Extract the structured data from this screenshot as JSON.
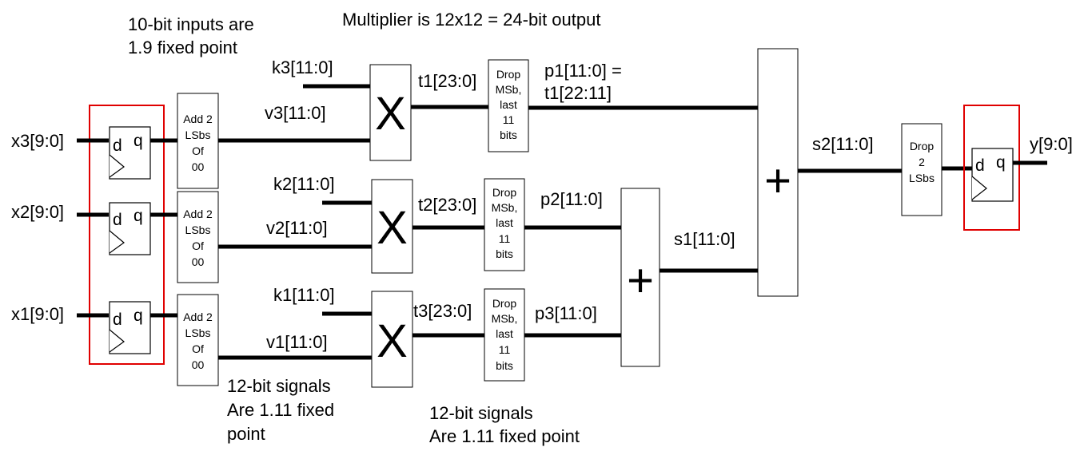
{
  "notes": {
    "input_format": [
      "10-bit inputs are",
      "1.9 fixed point"
    ],
    "multiplier": "Multiplier is 12x12 = 24-bit output",
    "signals_a": [
      "12-bit signals",
      "Are 1.11 fixed",
      "point"
    ],
    "signals_b": [
      "12-bit signals",
      "Are 1.11 fixed point"
    ]
  },
  "inputs": {
    "x3": "x3[9:0]",
    "x2": "x2[9:0]",
    "x1": "x1[9:0]"
  },
  "flipflop": {
    "d": "d",
    "q": "q"
  },
  "pad_block": [
    "Add 2",
    "LSbs",
    "Of",
    "00"
  ],
  "coefficients": {
    "k3": "k3[11:0]",
    "k2": "k2[11:0]",
    "k1": "k1[11:0]"
  },
  "padded": {
    "v3": "v3[11:0]",
    "v2": "v2[11:0]",
    "v1": "v1[11:0]"
  },
  "multiplier_symbol": "X",
  "products": {
    "t1": "t1[23:0]",
    "t2": "t2[23:0]",
    "t3": "t3[23:0]"
  },
  "drop_block": [
    "Drop",
    "MSb,",
    "last",
    "11",
    "bits"
  ],
  "truncated": {
    "p1": [
      "p1[11:0] =",
      "t1[22:11]"
    ],
    "p2": "p2[11:0]",
    "p3": "p3[11:0]"
  },
  "adder_symbol": "+",
  "sums": {
    "s1": "s1[11:0]",
    "s2": "s2[11:0]"
  },
  "final_drop": [
    "Drop",
    "2",
    "LSbs"
  ],
  "output": "y[9:0]"
}
